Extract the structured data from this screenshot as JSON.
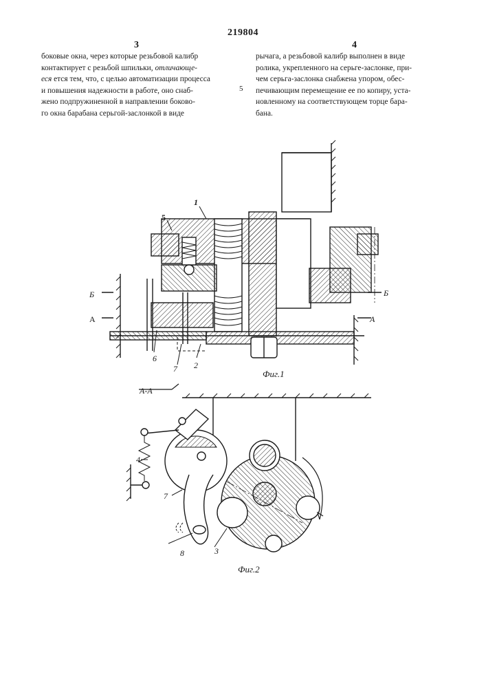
{
  "patent_number": "219804",
  "column_left": {
    "number": "3",
    "lines": [
      {
        "text": "боковые окна, через которые резьбовой калибр"
      },
      {
        "text": "контактирует с резьбой шпильки, "
      },
      {
        "text": "ется тем, что, с целью автоматизации процесса"
      },
      {
        "text": "и повышения надежности в работе, оно снаб-"
      },
      {
        "text": "жено подпружиненной в направлении боково-"
      },
      {
        "text": "го окна  барабана серьгой-заслонкой в  виде"
      }
    ],
    "italic_fragment_1": "отличающе-",
    "italic_fragment_2": "еся"
  },
  "column_right": {
    "number": "4",
    "lines": [
      "рычага, а резьбовой калибр выполнен в виде",
      "ролика, укрепленного на серьге-заслонке, при-",
      "чем серьга-заслонка снабжена упором, обес-",
      "печивающим перемещение ее по копиру, уста-",
      "новленному на соответствующем торце бара-",
      "бана."
    ]
  },
  "margin_line_number": "5",
  "figure1": {
    "caption": "Фиг.1",
    "labels": {
      "part1": "1",
      "part5": "5",
      "part6": "6",
      "part7": "7",
      "part2": "2",
      "sectionB_left": "Б",
      "sectionA_left": "А",
      "sectionB_right": "Б",
      "sectionA_right": "А"
    }
  },
  "figure2": {
    "caption": "Фиг.2",
    "section_title": "А-А",
    "labels": {
      "part4": "4",
      "part7": "7",
      "part8": "8",
      "part3": "3"
    }
  }
}
